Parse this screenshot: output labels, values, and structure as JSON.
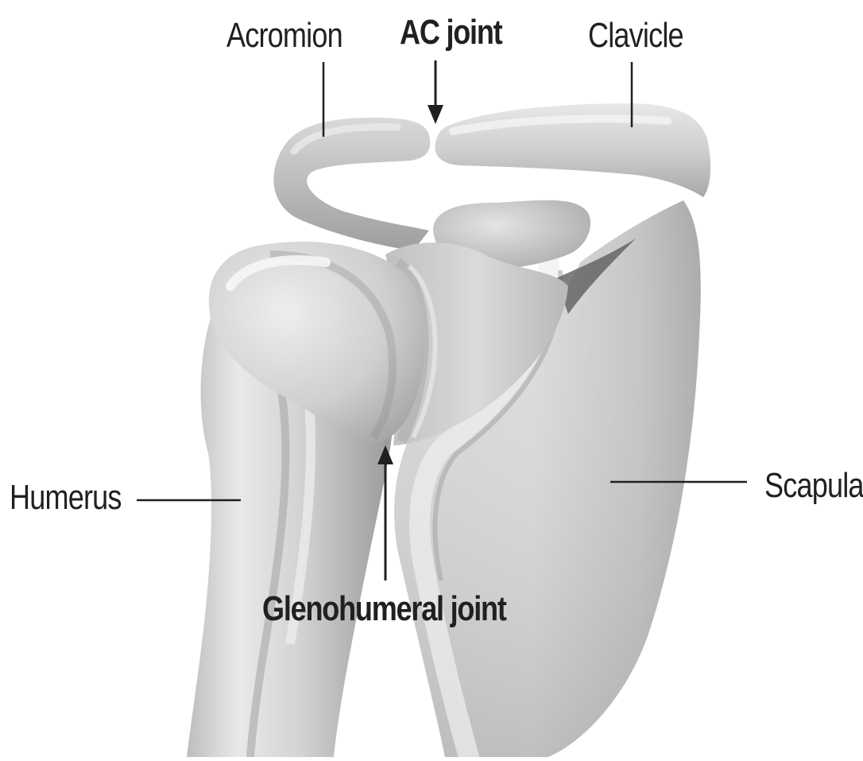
{
  "labels": {
    "acromion": "Acromion",
    "ac_joint": "AC joint",
    "clavicle": "Clavicle",
    "humerus": "Humerus",
    "scapula": "Scapula",
    "glenohumeral_joint": "Glenohumeral joint"
  },
  "colors": {
    "bone_light": "#e4e4e4",
    "bone_mid": "#c9c9c9",
    "bone_dark": "#9c9c9c",
    "shadow": "#6f6f6f",
    "text": "#231f20",
    "leader": "#231f20"
  }
}
